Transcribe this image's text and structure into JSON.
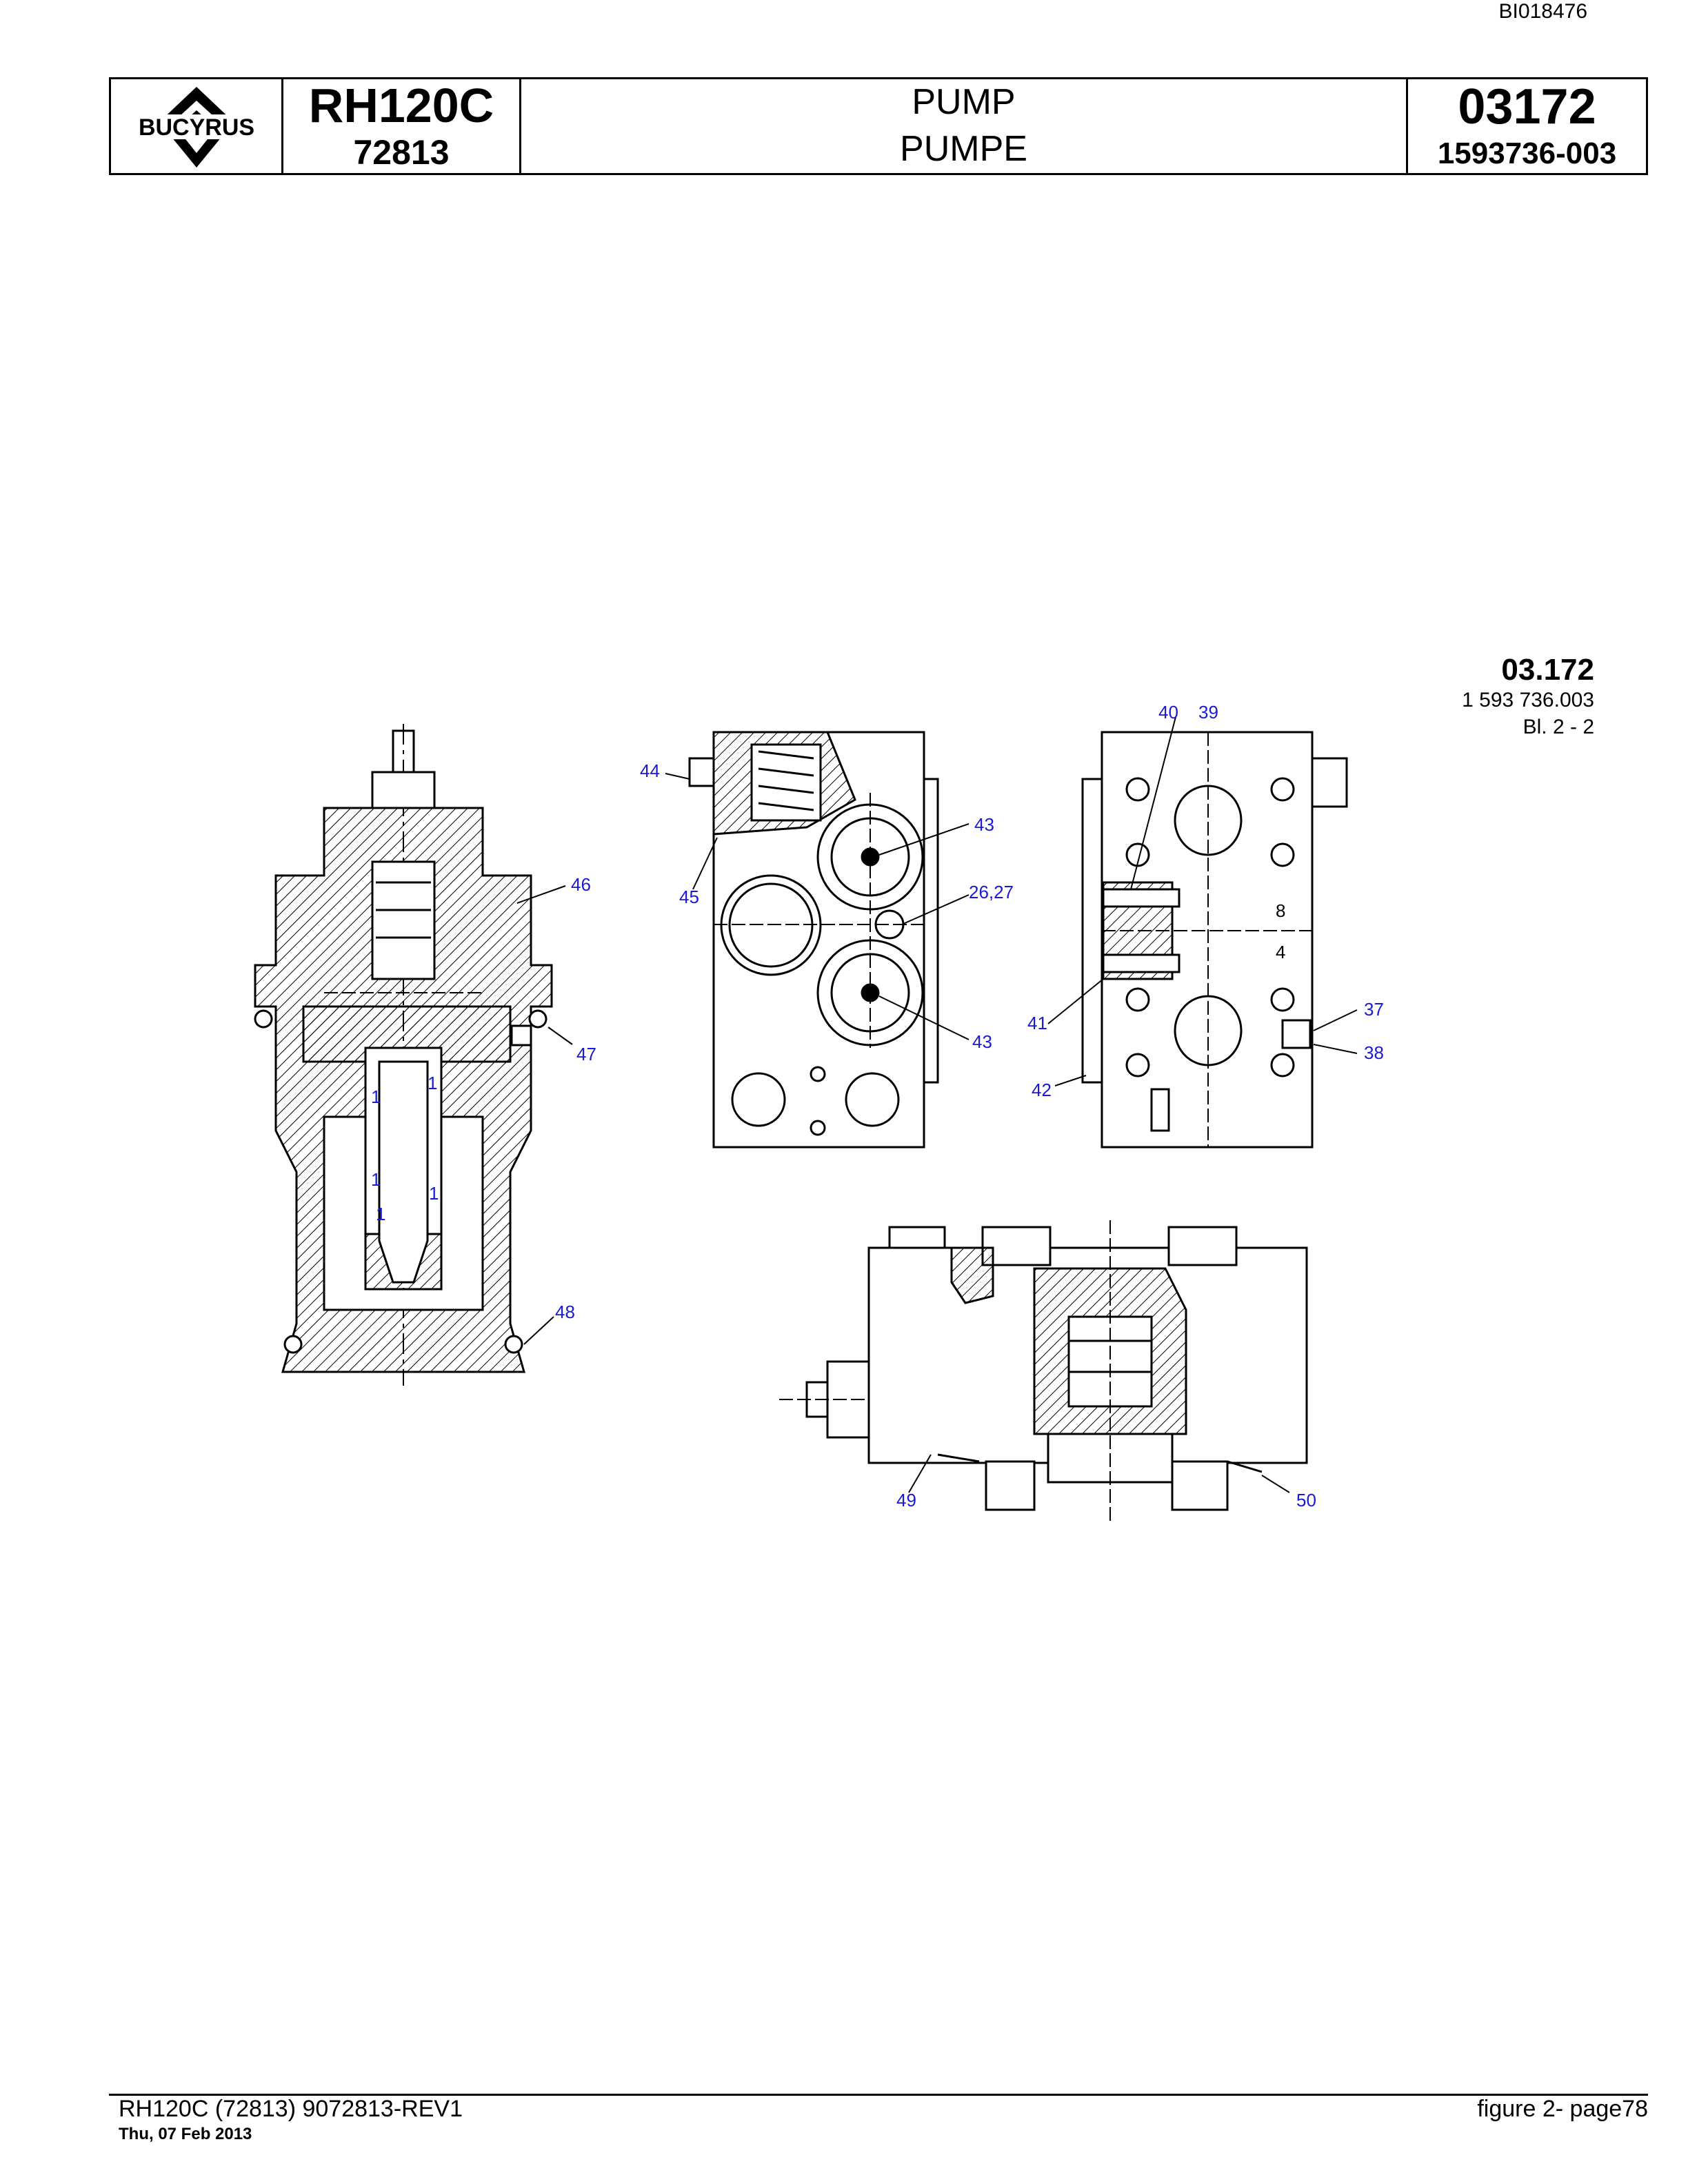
{
  "document_id": "BI018476",
  "header": {
    "logo_text": "BUCYRUS",
    "model": "RH120C",
    "serial": "72813",
    "title_en": "PUMP",
    "title_de": "PUMPE",
    "group_number": "03172",
    "part_number": "1593736-003"
  },
  "figure_ref": {
    "group": "03.172",
    "number": "1 593 736.003",
    "sheet": "Bl. 2 - 2"
  },
  "callouts": {
    "c44": "44",
    "c45": "45",
    "c46": "46",
    "c47": "47",
    "c48": "48",
    "c43a": "43",
    "c43b": "43",
    "c2627": "26,27",
    "c40": "40",
    "c39": "39",
    "c41": "41",
    "c42": "42",
    "c37": "37",
    "c38": "38",
    "c49": "49",
    "c50": "50"
  },
  "view_labels": {
    "s_upper": "8",
    "s_lower": "4",
    "one": "1"
  },
  "colors": {
    "callout": "#1a1ad6",
    "line": "#000000"
  },
  "footer": {
    "left": "RH120C (72813) 9072813-REV1",
    "date": "Thu, 07 Feb 2013",
    "right": "figure  2- page78"
  }
}
